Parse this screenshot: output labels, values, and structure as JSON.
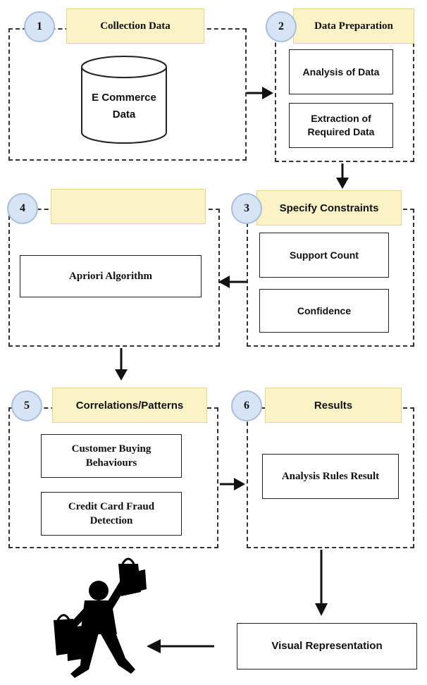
{
  "steps": [
    {
      "number": "1",
      "title": "Collection Data"
    },
    {
      "number": "2",
      "title": "Data Preparation"
    },
    {
      "number": "3",
      "title": "Specify Constraints"
    },
    {
      "number": "4",
      "title": ""
    },
    {
      "number": "5",
      "title": "Correlations/Patterns"
    },
    {
      "number": "6",
      "title": "Results"
    }
  ],
  "database": {
    "line1": "E Commerce",
    "line2": "Data"
  },
  "preparation": {
    "item1": "Analysis of Data",
    "item2_line1": "Extraction of",
    "item2_line2": "Required Data"
  },
  "constraints": {
    "item1": "Support Count",
    "item2": "Confidence"
  },
  "algorithm": {
    "label": "Apriori Algorithm"
  },
  "patterns": {
    "item1_line1": "Customer Buying",
    "item1_line2": "Behaviours",
    "item2_line1": "Credit Card Fraud",
    "item2_line2": "Detection"
  },
  "results": {
    "item1": "Analysis Rules Result"
  },
  "visual": {
    "label": "Visual Representation"
  },
  "figure": {
    "icon": "shopper-with-bags-icon"
  },
  "colors": {
    "header_fill": "#fbf3c6",
    "circle_fill": "#d6e4f5",
    "line": "#222222"
  }
}
